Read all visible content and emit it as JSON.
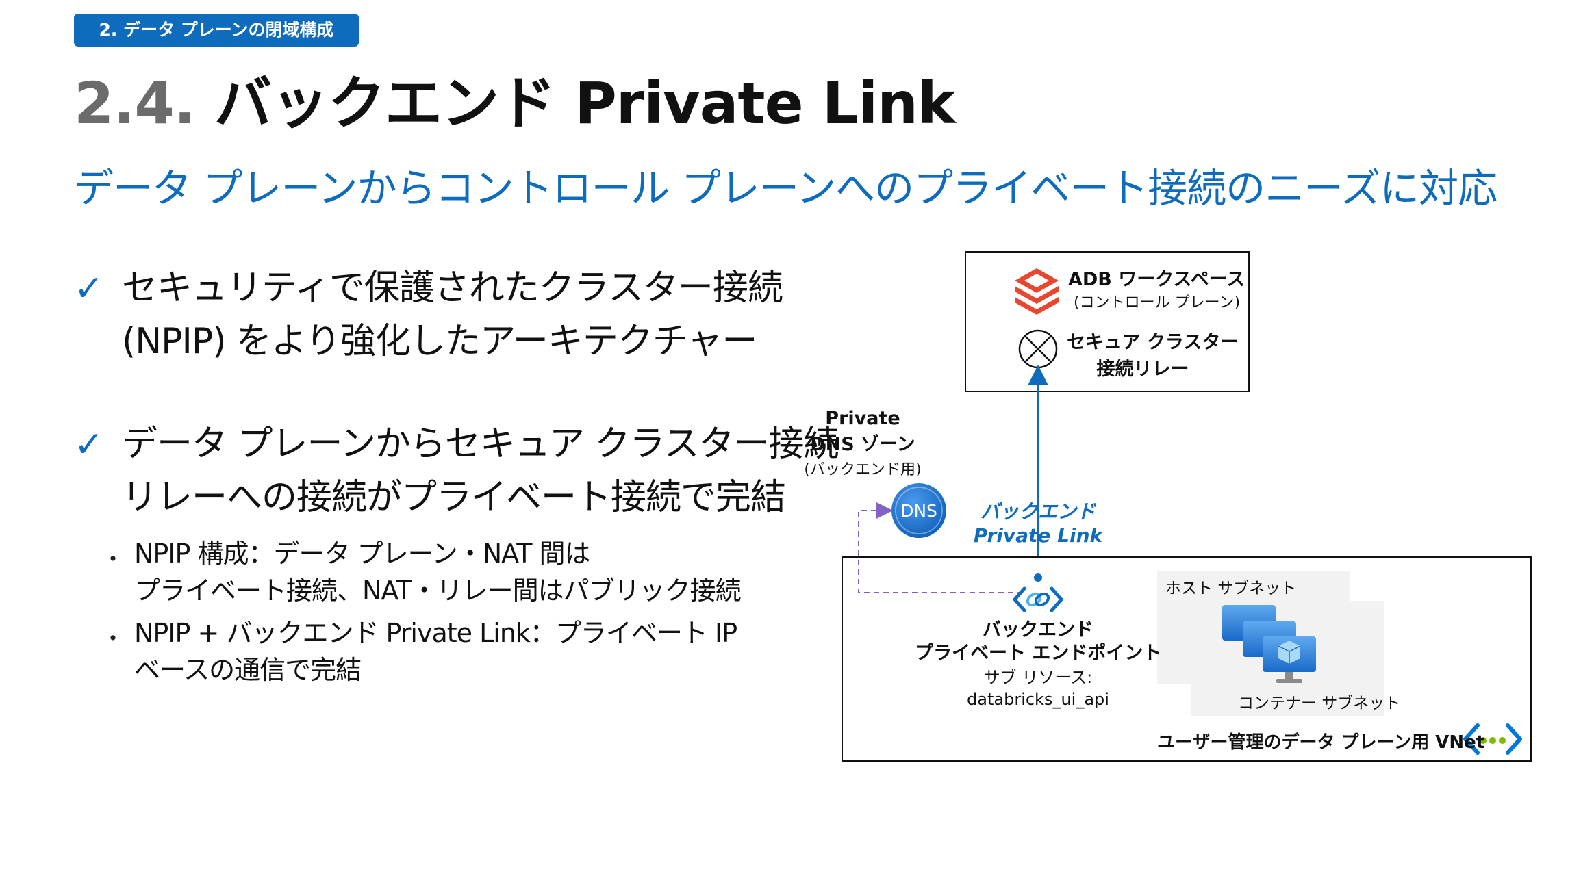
{
  "section_tag": "2. データ プレーンの閉域構成",
  "title": {
    "number": "2.4.",
    "text": "バックエンド Private Link"
  },
  "subtitle": "データ プレーンからコントロール プレーンへのプライベート接続のニーズに対応",
  "bullets": [
    {
      "check": "✓",
      "lines": [
        "セキュリティで保護されたクラスター接続",
        "(NPIP) をより強化したアーキテクチャー"
      ]
    },
    {
      "check": "✓",
      "lines": [
        "データ プレーンからセキュア クラスター接続",
        "リレーへの接続がプライベート接続で完結"
      ]
    }
  ],
  "sub_bullets": [
    {
      "dot": "・",
      "lines": [
        "NPIP 構成：データ プレーン・NAT 間は",
        "プライベート接続、NAT・リレー間はパブリック接続"
      ]
    },
    {
      "dot": "・",
      "lines": [
        "NPIP + バックエンド Private Link：プライベート IP",
        "ベースの通信で完結"
      ]
    }
  ],
  "diagram": {
    "workspace": {
      "title": "ADB ワークスペース",
      "subtitle": "(コントロール プレーン)"
    },
    "relay": {
      "line1": "セキュア クラスター",
      "line2": "接続リレー"
    },
    "dns_zone": {
      "line1": "Private",
      "line2": "DNS ゾーン",
      "line3": "(バックエンド用)",
      "icon_text": "DNS"
    },
    "private_link": {
      "line1": "バックエンド",
      "line2": "Private Link"
    },
    "endpoint": {
      "line1": "バックエンド",
      "line2": "プライベート エンドポイント",
      "line3": "サブ リソース:",
      "line4": "databricks_ui_api"
    },
    "host_subnet": "ホスト サブネット",
    "container_subnet": "コンテナー サブネット",
    "vnet": "ユーザー管理のデータ プレーン用 VNet",
    "colors": {
      "accent": "#0f6cbd",
      "databricks": "#e8472f",
      "dns": "#1f6fd1",
      "dashed": "#8661c5",
      "vnet_icon": "#0078d4",
      "vnet_dots": "#7fba00"
    }
  }
}
